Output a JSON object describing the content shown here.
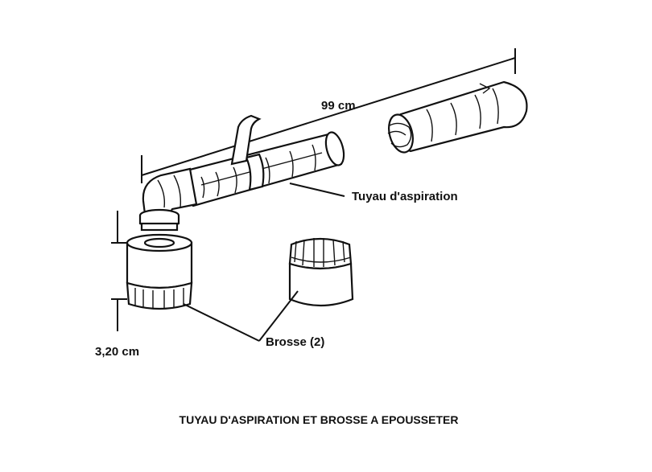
{
  "labels": {
    "length": "99 cm",
    "hose": "Tuyau d'aspiration",
    "brush": "Brosse (2)",
    "height": "3,20 cm"
  },
  "caption": "TUYAU D'ASPIRATION ET BROSSE A EPOUSSETER"
}
